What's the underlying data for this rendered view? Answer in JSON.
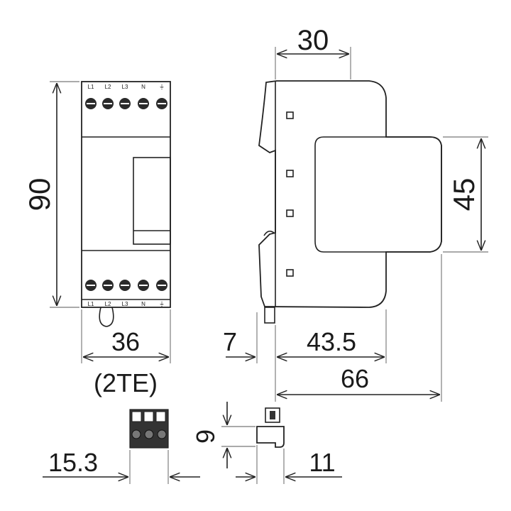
{
  "front_view": {
    "top_terminals": [
      "L1",
      "L2",
      "L3",
      "N",
      "⏚"
    ],
    "bottom_terminals": [
      "L1",
      "L2",
      "L3",
      "N",
      "⏚"
    ],
    "height_dim": "90",
    "width_dim": "36",
    "width_note": "(2TE)"
  },
  "side_view": {
    "top_dim": "30",
    "right_dim": "45",
    "rail_offset_dim": "7",
    "depth_dim": "43.5",
    "total_depth_dim": "66"
  },
  "connector_front": {
    "width_dim": "15.3"
  },
  "connector_side": {
    "height_dim": "9",
    "width_dim": "11"
  }
}
